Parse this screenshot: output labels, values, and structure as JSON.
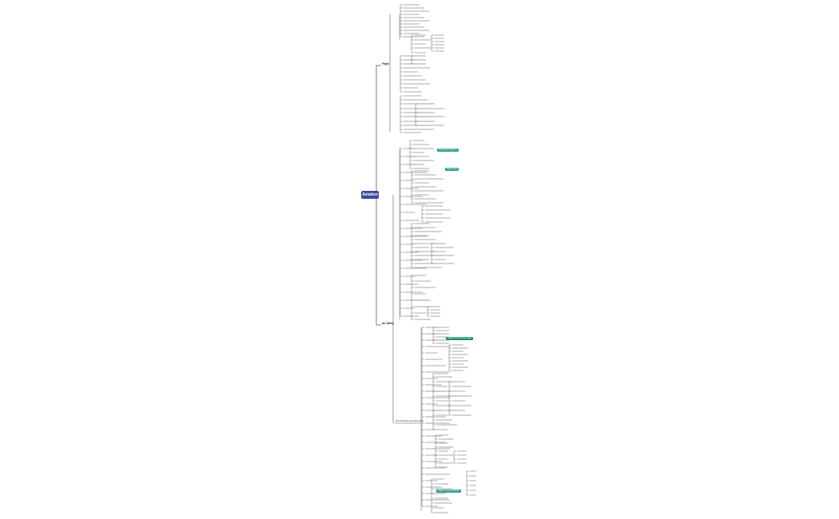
{
  "mindmap": {
    "root": "Aviation",
    "branch_upper": "Flight",
    "branch_lower": "Air Safety",
    "branch_lower2": "Aircraft Design and Operations",
    "tags": [
      {
        "text": "Navigation Systems",
        "color": "#2f9e8f"
      },
      {
        "text": "Radar Data",
        "color": "#2f9e8f"
      },
      {
        "text": "Engine Performance Data",
        "color": "#1f8a70"
      },
      {
        "text": "Flight Instrument Panel",
        "color": "#2f9e8f"
      }
    ]
  }
}
